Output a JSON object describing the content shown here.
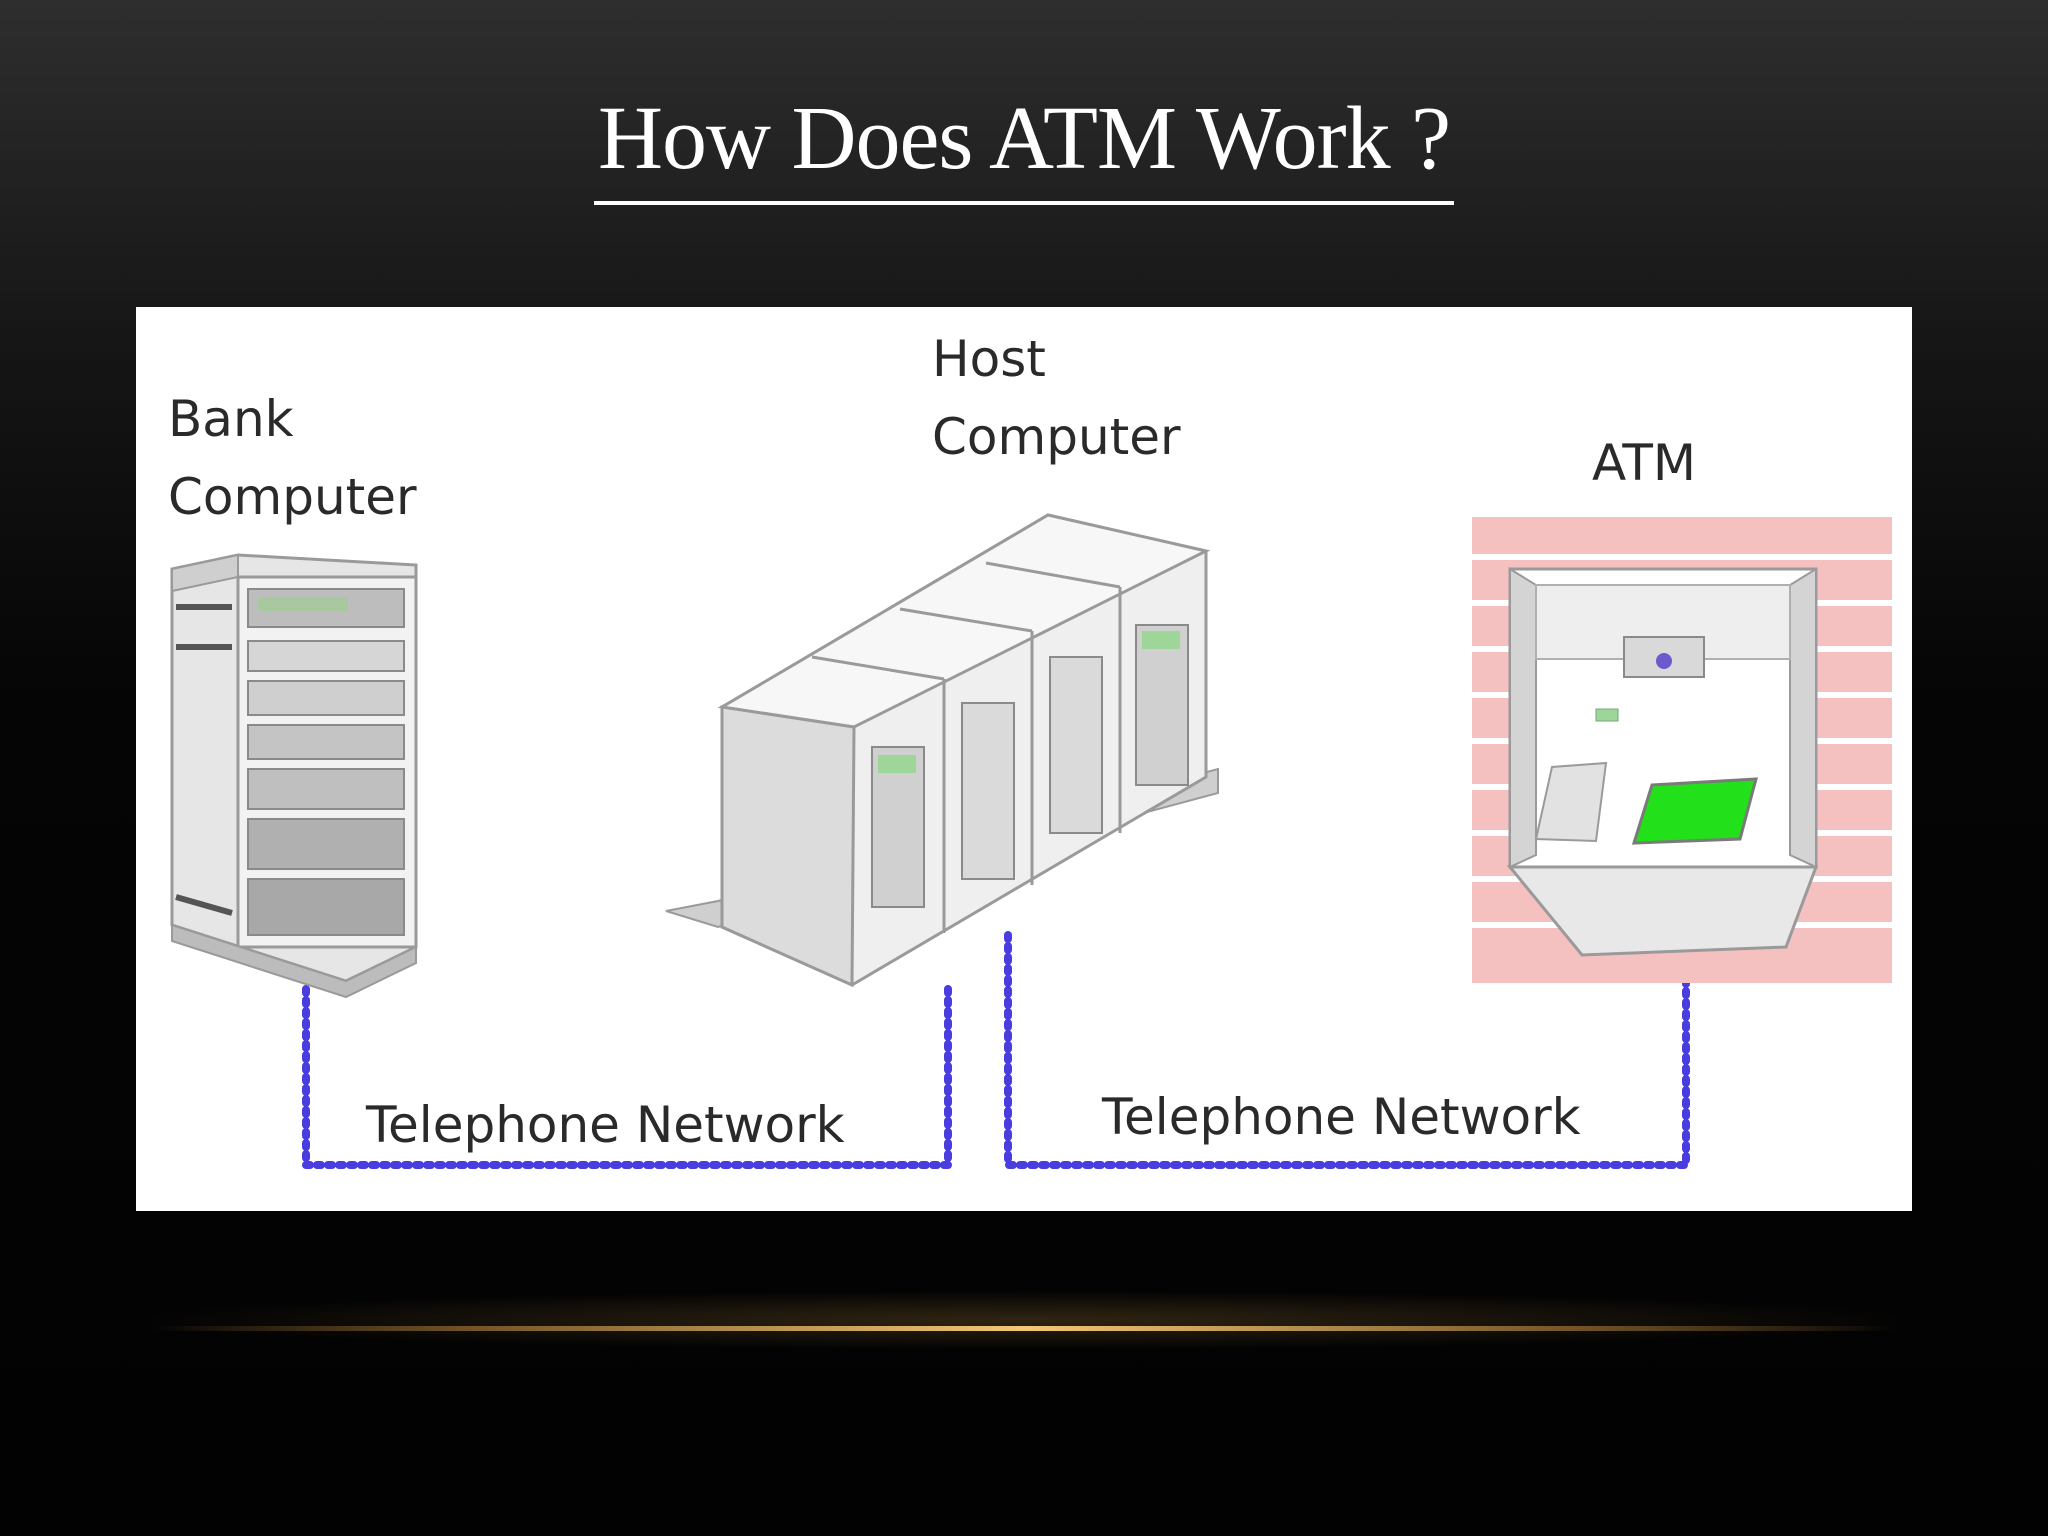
{
  "slide": {
    "title": "How Does ATM Work ?"
  },
  "diagram": {
    "nodes": {
      "bank": {
        "line1": "Bank",
        "line2": "Computer"
      },
      "host": {
        "line1": "Host",
        "line2": "Computer"
      },
      "atm": {
        "label": "ATM"
      }
    },
    "links": [
      {
        "label": "Telephone Network",
        "color": "#4a3de0"
      },
      {
        "label": "Telephone Network",
        "color": "#4a3de0"
      }
    ],
    "colors": {
      "background": "#ffffff",
      "network_line": "#4a3de0",
      "atm_wall": "#f4c0c0",
      "atm_screen": "#22e01a"
    }
  }
}
